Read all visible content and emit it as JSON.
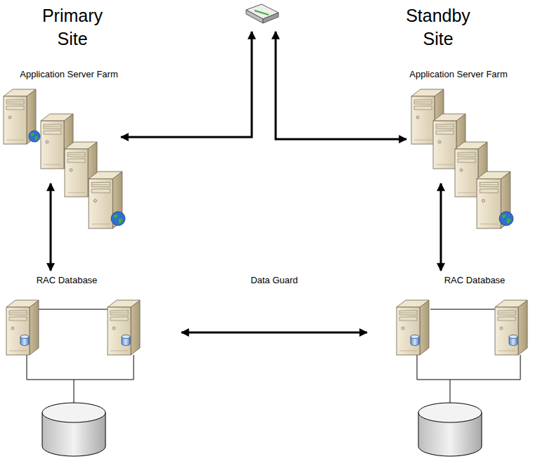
{
  "diagram": {
    "nodes": [
      {
        "text": [
          "Application Server Farm"
        ]
      },
      {
        "text": [
          "RAC Database"
        ]
      },
      {
        "text": [
          "Application Server Farm"
        ]
      },
      {
        "text": [
          "RAC Database"
        ]
      }
    ],
    "edges": [
      {
        "from": 0,
        "to": 1,
        "arrow": "both"
      },
      {
        "from": 1,
        "to": 3,
        "label": "Data Guard",
        "arrow": "both"
      },
      {
        "from": 2,
        "to": 3,
        "arrow": "both"
      }
    ],
    "labels": [
      "Primary Site",
      "Standby Site"
    ]
  }
}
